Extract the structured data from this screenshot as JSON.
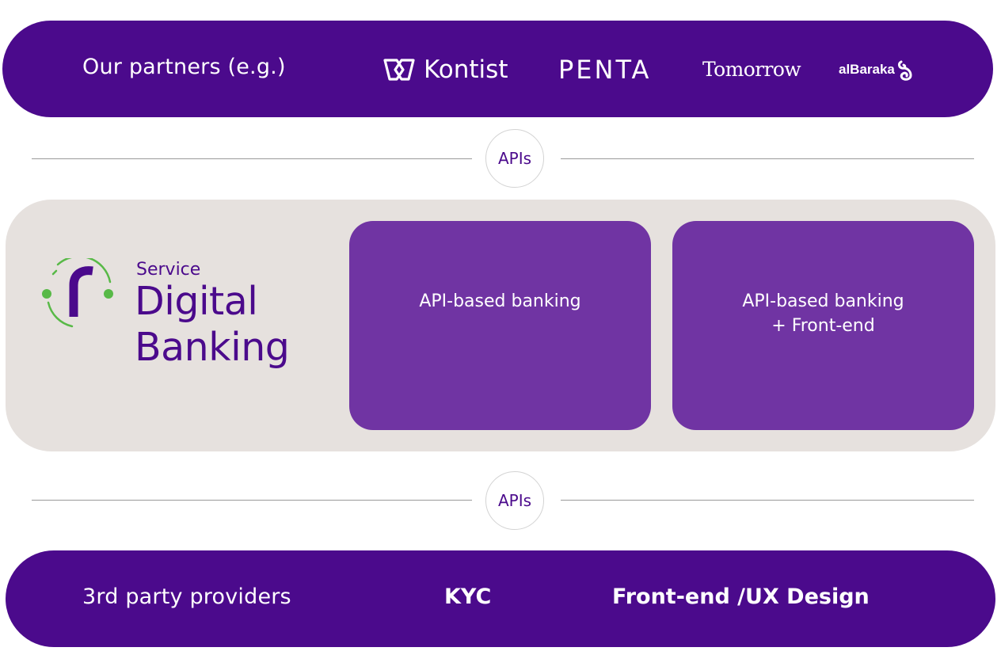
{
  "partners": {
    "label": "Our partners (e.g.)",
    "logos": [
      {
        "name": "Kontist",
        "text": "Kontist"
      },
      {
        "name": "Penta",
        "text": "PENTA"
      },
      {
        "name": "Tomorrow",
        "text": "Tomorrow"
      },
      {
        "name": "alBaraka",
        "text": "alBaraka"
      }
    ]
  },
  "apis_top": "APIs",
  "platform": {
    "service_label": "Service",
    "title_line1": "Digital",
    "title_line2": "Banking",
    "cards": [
      {
        "line1": "API-based banking",
        "line2": ""
      },
      {
        "line1": "API-based banking",
        "line2": "+ Front-end"
      }
    ]
  },
  "apis_bottom": "APIs",
  "providers": {
    "label": "3rd party providers",
    "items": [
      "KYC",
      "Front-end /UX Design"
    ]
  },
  "colors": {
    "brand_purple": "#4b0a8c",
    "card_purple": "#7034a3",
    "panel_grey": "#e6e1de",
    "accent_green": "#58b947"
  }
}
